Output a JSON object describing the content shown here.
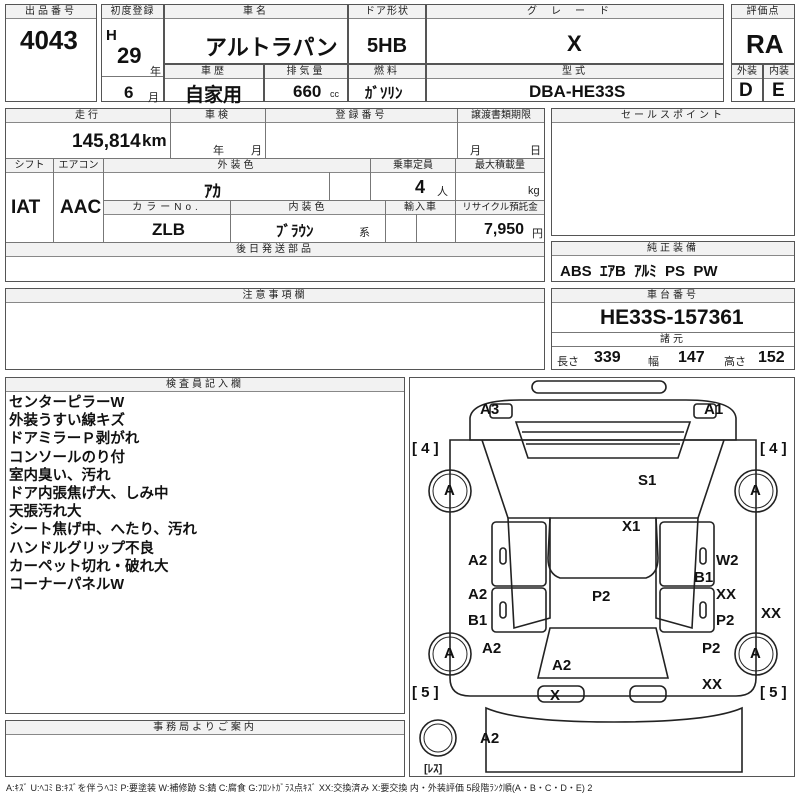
{
  "header": {
    "lot_label": "出品番号",
    "lot_value": "4043",
    "first_reg_label": "初度登録",
    "era": "H",
    "year": "29",
    "year_unit": "年",
    "month": "6",
    "month_unit": "月",
    "car_name_label": "車名",
    "car_name": "アルトラパン",
    "door_label": "ドア形状",
    "door": "5HB",
    "grade_label": "グレード",
    "grade": "X",
    "rating_label": "評価点",
    "rating": "RA",
    "history_label": "車歴",
    "history": "自家用",
    "displacement_label": "排気量",
    "displacement": "660",
    "displacement_unit": "cc",
    "fuel_label": "燃料",
    "fuel": "ｶﾞｿﾘﾝ",
    "model_label": "型式",
    "model": "DBA-HE33S",
    "exterior_label": "外装",
    "exterior": "D",
    "interior_label": "内装",
    "interior": "E"
  },
  "row2": {
    "mileage_label": "走行",
    "mileage": "145,814",
    "mileage_unit": "km",
    "inspection_label": "車検",
    "year_unit": "年",
    "month_unit": "月",
    "reg_no_label": "登録番号",
    "transfer_label": "譲渡書類期限",
    "month_unit2": "月",
    "day_unit": "日",
    "shift_label": "シフト",
    "shift": "IAT",
    "ac_label": "エアコン",
    "ac": "AAC",
    "color_label": "外装色",
    "color": "ｱｶ",
    "capacity_label": "乗車定員",
    "capacity": "4",
    "capacity_unit": "人",
    "max_load_label": "最大積載量",
    "max_load_unit": "kg",
    "color_no_label": "カラーNo.",
    "color_no": "ZLB",
    "int_color_label": "内装色",
    "int_color": "ﾌﾞﾗｳﾝ",
    "int_color_unit": "系",
    "import_label": "輸入車",
    "recycle_label": "リサイクル預託金",
    "recycle": "7,950",
    "recycle_unit": "円",
    "later_parts_label": "後日発送部品"
  },
  "sales_points_label": "セールスポイント",
  "equipment_label": "純正装備",
  "equipment": "ABS  ｴｱB  ｱﾙﾐ  PS  PW",
  "notes_label": "注意事項欄",
  "chassis_label": "車台番号",
  "chassis": "HE33S-157361",
  "dims_label": "諸元",
  "dims": {
    "length_label": "長さ",
    "length": "339",
    "width_label": "幅",
    "width": "147",
    "height_label": "高さ",
    "height": "152"
  },
  "inspector_label": "検査員記入欄",
  "inspector_notes": [
    "センターピラーW",
    "外装うすい線キズ",
    "ドアミラーＰ剥がれ",
    "コンソールのり付",
    "室内臭い、汚れ",
    "ドア内張焦げ大、しみ中",
    "天張汚れ大",
    "シート焦げ中、へたり、汚れ",
    "ハンドルグリップ不良",
    "カーペット切れ・破れ大",
    "コーナーパネルW"
  ],
  "office_label": "事務局よりご案内",
  "diagram": {
    "tire_left_label": "[ 4 ]",
    "tire_right_label": "[ 4 ]",
    "tire_left_rear_label": "[ 5 ]",
    "tire_right_rear_label": "[ 5 ]",
    "spare_label": "[ﾚｽ]",
    "tire_mark": "A",
    "marks": {
      "a3": "A3",
      "a1": "A1",
      "s1": "S1",
      "x1": "X1",
      "a2_left_door1": "A2",
      "a2_left_door2": "A2",
      "b1_left": "B1",
      "a2_left_rear": "A2",
      "w2": "W2",
      "b1_right": "B1",
      "xx_right1": "XX",
      "xx_far": "XX",
      "p2_right": "P2",
      "p2_roof": "P2",
      "p2_right_rear": "P2",
      "xx_right_rear": "XX",
      "a2_rear": "A2",
      "x_rear": "X",
      "a2_bottom": "A2"
    }
  },
  "legend": "A:ｷｽﾞ  U:ﾍｺﾐ  B:ｷｽﾞを伴うﾍｺﾐ  P:要塗装  W:補修跡  S:錆  C:腐食  G:ﾌﾛﾝﾄｶﾞﾗｽ点ｷｽﾞ  XX:交換済み  X:要交換   内・外装評価  5段階ﾗﾝｸ順(A・B・C・D・E)  2"
}
